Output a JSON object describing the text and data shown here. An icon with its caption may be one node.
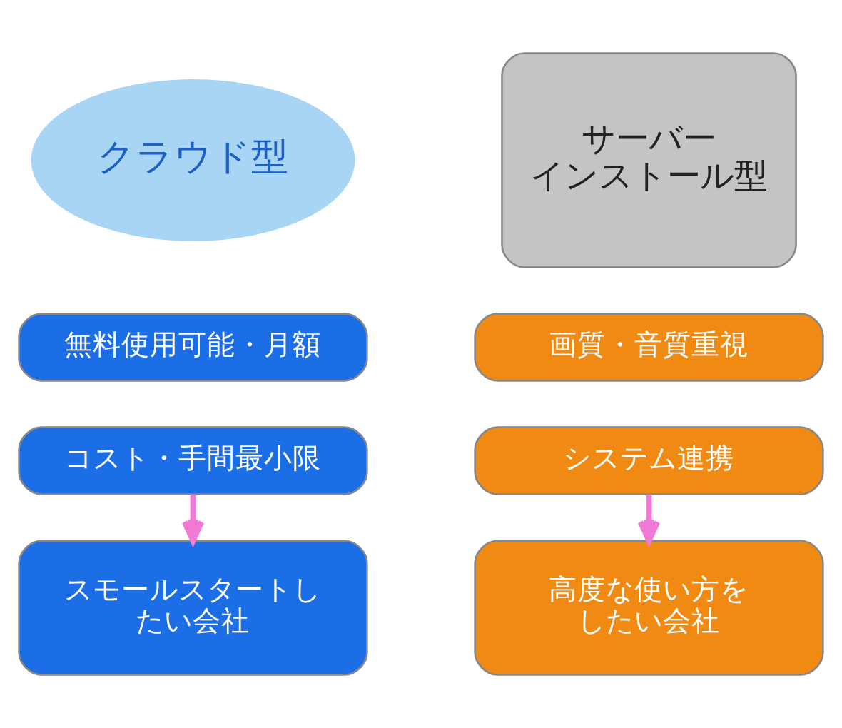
{
  "diagram": {
    "nodes": [
      {
        "text": [
          "クラウド型"
        ]
      },
      {
        "text": [
          "サーバーインストール型"
        ]
      },
      {
        "text": [
          "無料使用可能・月額"
        ]
      },
      {
        "text": [
          "画質・音質重視"
        ]
      },
      {
        "text": [
          "コスト・手間最小限"
        ]
      },
      {
        "text": [
          "システム連携"
        ]
      },
      {
        "text": [
          "スモールスタートしたい会社"
        ]
      },
      {
        "text": [
          "高度な使い方をしたい会社"
        ]
      }
    ],
    "edges": [
      {
        "from": 4,
        "to": 6,
        "arrow": "to"
      },
      {
        "from": 5,
        "to": 7,
        "arrow": "to"
      }
    ]
  }
}
